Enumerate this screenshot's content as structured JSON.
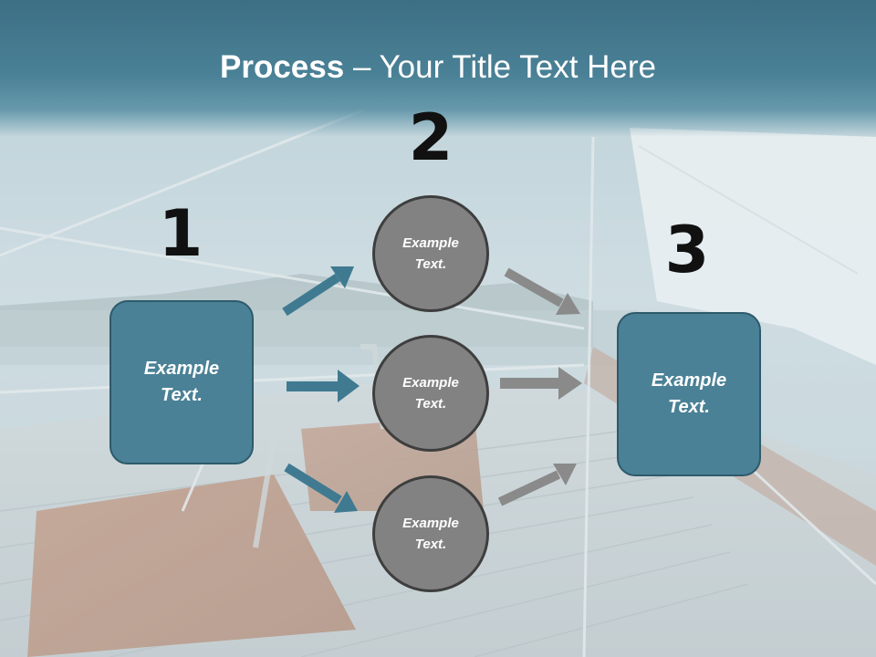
{
  "title": {
    "bold": "Process",
    "rest": " – Your Title Text Here"
  },
  "steps": {
    "one": "1",
    "two": "2",
    "three": "3"
  },
  "left_box": {
    "text": "Example\nText."
  },
  "right_box": {
    "text": "Example\nText."
  },
  "circles": [
    {
      "text": "Example\nText."
    },
    {
      "text": "Example\nText."
    },
    {
      "text": "Example\nText."
    }
  ],
  "colors": {
    "box_fill": "#4a8196",
    "box_border": "#2e5a6b",
    "circle_fill": "#828282",
    "circle_border": "#3e3e3e",
    "arrow_blue": "#3f7a91",
    "arrow_grey": "#8a8a8a",
    "title_band": "#3d6f84"
  }
}
